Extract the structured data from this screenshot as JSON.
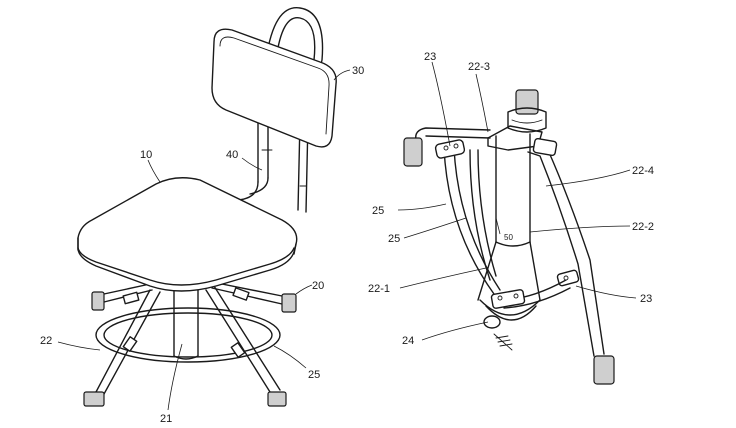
{
  "labels": {
    "l10": "10",
    "l40": "40",
    "l30": "30",
    "l20": "20",
    "l22": "22",
    "l25a": "25",
    "l21": "21",
    "l23a": "23",
    "l22_3": "22-3",
    "l22_4": "22-4",
    "l25b": "25",
    "l25c": "25",
    "l50": "50",
    "l22_2": "22-2",
    "l22_1": "22-1",
    "l23b": "23",
    "l24": "24"
  }
}
